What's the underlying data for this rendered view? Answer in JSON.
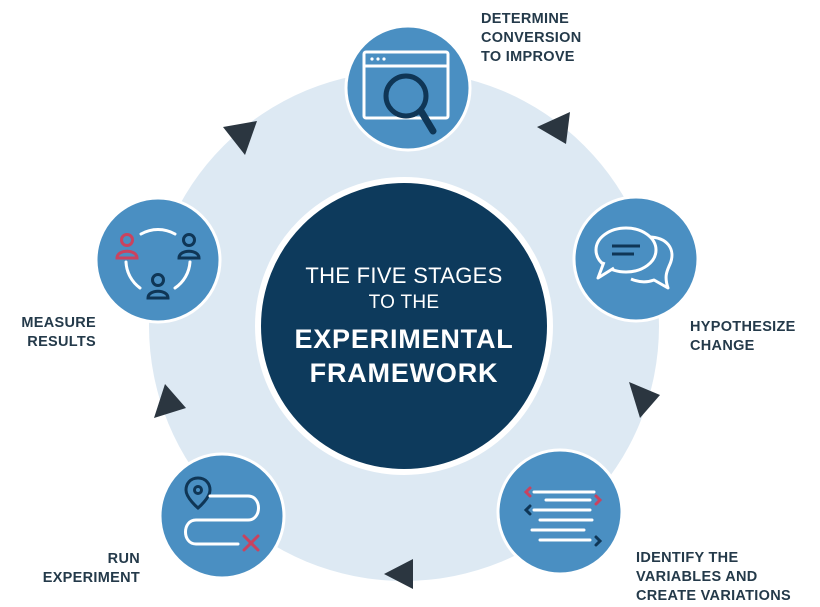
{
  "center": {
    "line1": "THE FIVE STAGES",
    "line2": "TO THE",
    "line3": "EXPERIMENTAL",
    "line4": "FRAMEWORK"
  },
  "stages": [
    {
      "icon": "browser-search-icon",
      "lines": [
        "DETERMINE",
        "CONVERSION",
        "TO IMPROVE"
      ]
    },
    {
      "icon": "speech-bubbles-icon",
      "lines": [
        "HYPOTHESIZE",
        "CHANGE"
      ]
    },
    {
      "icon": "code-lines-icon",
      "lines": [
        "IDENTIFY THE",
        "VARIABLES AND",
        "CREATE VARIATIONS"
      ]
    },
    {
      "icon": "route-map-icon",
      "lines": [
        "RUN",
        "EXPERIMENT"
      ]
    },
    {
      "icon": "users-cycle-icon",
      "lines": [
        "MEASURE",
        "RESULTS"
      ]
    }
  ],
  "colors": {
    "ring": "#dde9f3",
    "stage_circle": "#4a8fc2",
    "center_circle": "#0d3a5c",
    "center_border": "#ffffff",
    "arrow": "#2b3640",
    "label_text": "#243a4a",
    "icon_line": "#ffffff",
    "icon_dark": "#0f3656",
    "icon_accent": "#c9435f"
  }
}
